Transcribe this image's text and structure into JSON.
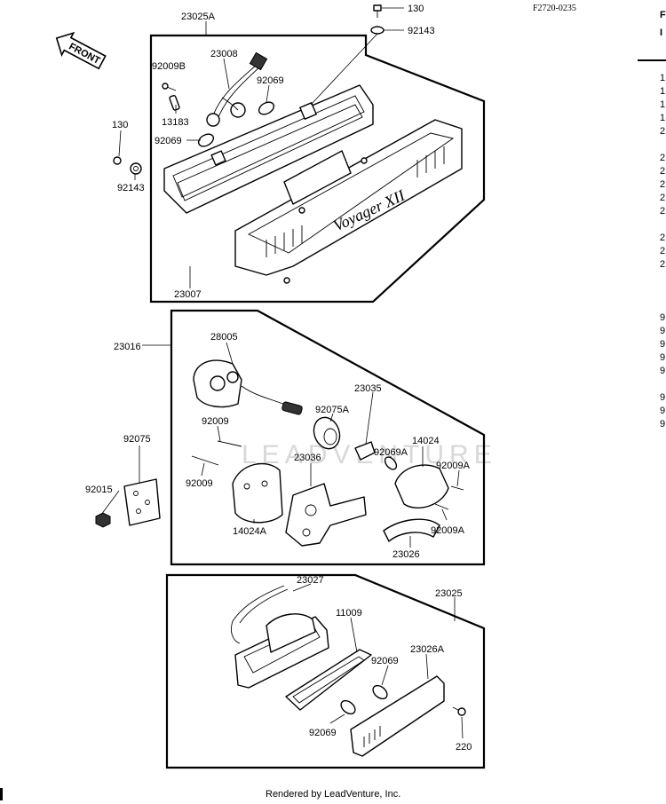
{
  "reference_code": "F2720-0235",
  "footer": "Rendered by LeadVenture, Inc.",
  "watermark": "LEADVENTURE",
  "front_arrow_label": "FRONT",
  "emblem_text": "Voyager XII",
  "right_column_fragments": [
    "F",
    "I",
    "1",
    "1",
    "1",
    "1",
    "2",
    "2",
    "2",
    "2",
    "2",
    "2",
    "2",
    "2",
    "2",
    "9",
    "9",
    "9",
    "9",
    "9",
    "9",
    "9",
    "9"
  ],
  "part_labels": {
    "p23025A": "23025A",
    "p130_top": "130",
    "p92143_top": "92143",
    "p23008": "23008",
    "p92009B": "92009B",
    "p92069_a": "92069",
    "p13183": "13183",
    "p92069_b": "92069",
    "p130_left": "130",
    "p92143_left": "92143",
    "p23007": "23007",
    "p23016": "23016",
    "p28005": "28005",
    "p92075A": "92075A",
    "p23035": "23035",
    "p92069A": "92069A",
    "p14024": "14024",
    "p92009_a": "92009",
    "p92009_b": "92009",
    "p23036": "23036",
    "p92009A_a": "92009A",
    "p92009A_b": "92009A",
    "p14024A": "14024A",
    "p23026": "23026",
    "p92075": "92075",
    "p92015": "92015",
    "p23027": "23027",
    "p23025": "23025",
    "p11009": "11009",
    "p23026A": "23026A",
    "p92069_c": "92069",
    "p92069_d": "92069",
    "p220": "220"
  }
}
